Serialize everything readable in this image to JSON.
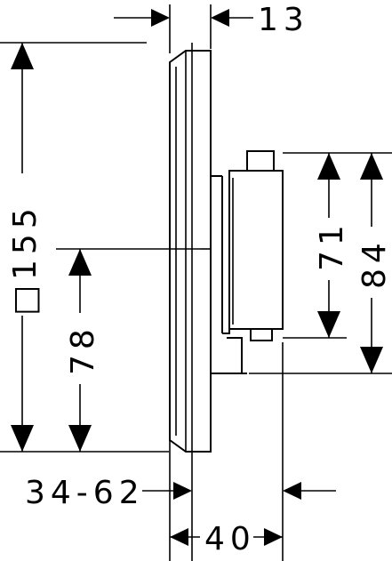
{
  "dimensions": {
    "top_thickness": "13",
    "plate_size": "□155",
    "offset_vertical": "78",
    "body_height_71": "71",
    "body_height_84": "84",
    "depth_range": "34-62",
    "body_depth": "40"
  }
}
